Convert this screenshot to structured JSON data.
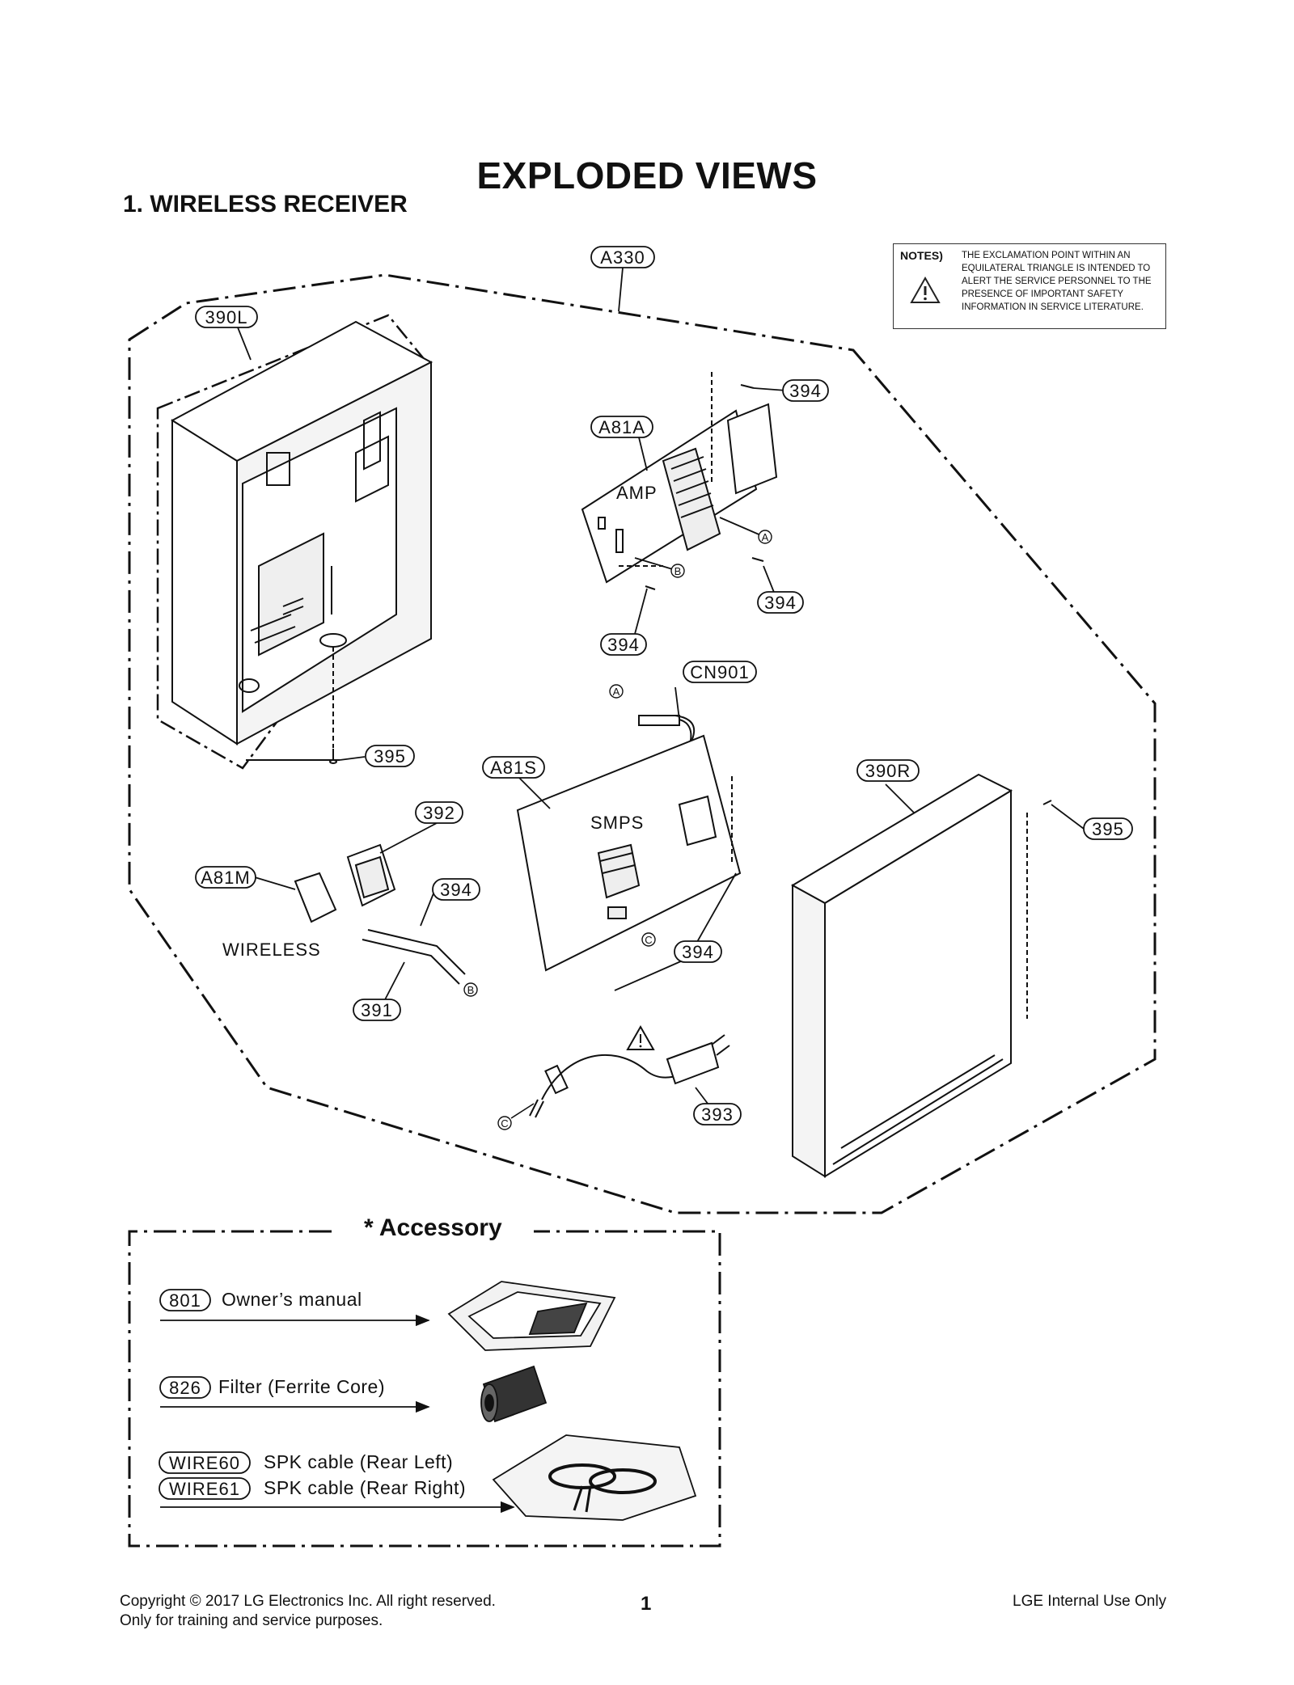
{
  "title": "EXPLODED VIEWS",
  "section": "1. WIRELESS RECEIVER",
  "notes": {
    "heading": "NOTES)",
    "text": "THE EXCLAMATION POINT WITHIN AN EQUILATERAL TRIANGLE IS INTENDED TO ALERT THE SERVICE PERSONNEL TO THE PRESENCE OF IMPORTANT SAFETY INFORMATION IN SERVICE LITERATURE."
  },
  "part_labels": {
    "a330": "A330",
    "l390": "390L",
    "a81a": "A81A",
    "s394_top": "394",
    "s394_amp_right": "394",
    "s394_amp_bottom": "394",
    "cn901": "CN901",
    "s395_left": "395",
    "a81s": "A81S",
    "r390": "390R",
    "s395_right": "395",
    "p392": "392",
    "a81m": "A81M",
    "s394_wireless": "394",
    "s394_smps": "394",
    "p391": "391",
    "p393": "393"
  },
  "board_texts": {
    "amp": "AMP",
    "smps": "SMPS",
    "wireless": "WIRELESS"
  },
  "connector_markers": {
    "a_amp": "A",
    "b_amp": "B",
    "a_cn": "A",
    "c_smps": "C",
    "b_cable": "B",
    "c_power": "C"
  },
  "accessory": {
    "title": "* Accessory",
    "items": [
      {
        "code": "801",
        "name": "Owner’s manual"
      },
      {
        "code": "826",
        "name": "Filter (Ferrite Core)"
      },
      {
        "code": "WIRE60",
        "name": "SPK cable (Rear Left)"
      },
      {
        "code": "WIRE61",
        "name": "SPK cable (Rear Right)"
      }
    ]
  },
  "footer": {
    "copyright": "Copyright © 2017 LG Electronics Inc. All right reserved.",
    "purpose": "Only for training and service purposes.",
    "page_number": "1",
    "internal": "LGE Internal Use Only"
  }
}
